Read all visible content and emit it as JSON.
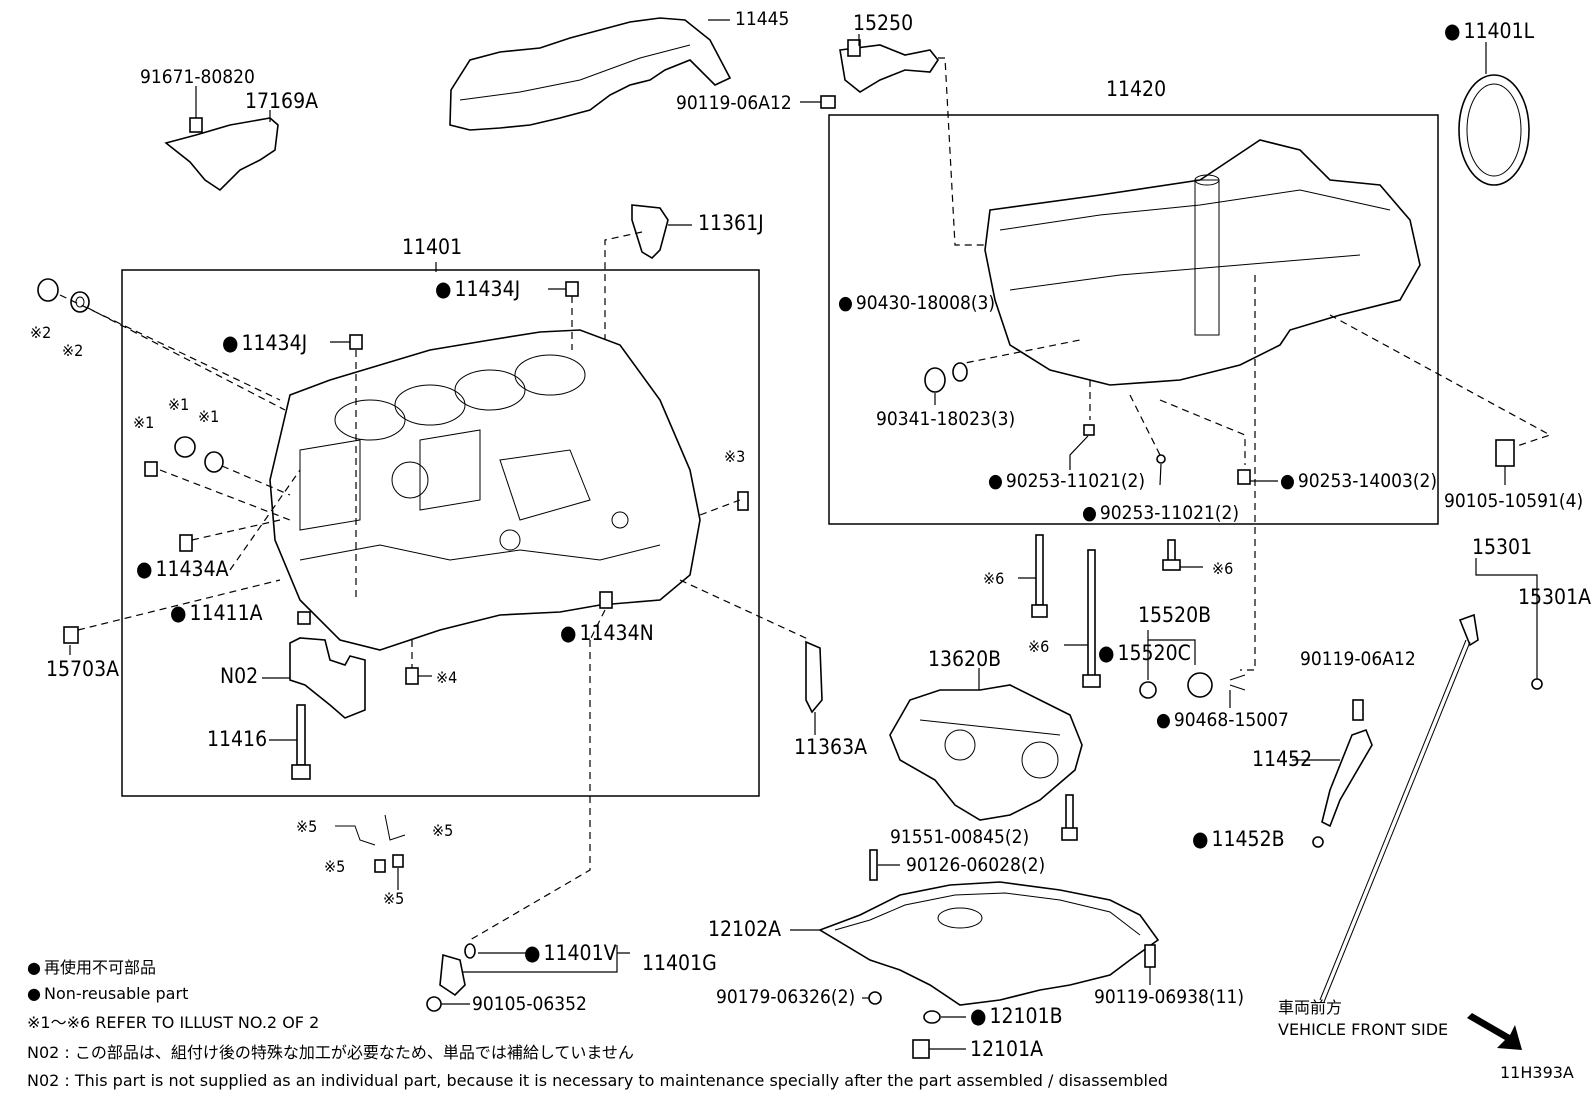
{
  "labels": {
    "p91671": "91671-80820",
    "p17169A": "17169A",
    "p11445": "11445",
    "p15250": "15250",
    "p90119_06A12_top": "90119-06A12",
    "p11401L": "11401L",
    "p11420": "11420",
    "p11361J": "11361J",
    "p11401": "11401",
    "p11434J_a": "11434J",
    "p11434J_b": "11434J",
    "x2a": "※2",
    "x2b": "※2",
    "x1a": "※1",
    "x1b": "※1",
    "x1c": "※1",
    "x3": "※3",
    "p11434A": "11434A",
    "p11411A": "11411A",
    "p11434N": "11434N",
    "p15703A": "15703A",
    "pN02": "N02",
    "x4": "※4",
    "p11416": "11416",
    "p90430": "90430-18008(3)",
    "p90341": "90341-18023(3)",
    "p90253_11021_a": "90253-11021(2)",
    "p90253_11021_b": "90253-11021(2)",
    "p90253_14003": "90253-14003(2)",
    "p90105_10591": "90105-10591(4)",
    "x6a": "※6",
    "x6b": "※6",
    "x6c": "※6",
    "p15520B": "15520B",
    "p15520C": "15520C",
    "p90468": "90468-15007",
    "p15301": "15301",
    "p15301A": "15301A",
    "p13620B": "13620B",
    "p11363A": "11363A",
    "p90119_06A12_right": "90119-06A12",
    "p11452": "11452",
    "p11452B": "11452B",
    "p91551": "91551-00845(2)",
    "p90126": "90126-06028(2)",
    "p12102A": "12102A",
    "p90179": "90179-06326(2)",
    "p90119_06938": "90119-06938(11)",
    "p12101B": "12101B",
    "p12101A": "12101A",
    "x5a": "※5",
    "x5b": "※5",
    "x5c": "※5",
    "x5d": "※5",
    "p11401V": "11401V",
    "p11401G": "11401G",
    "p90105_06352": "90105-06352"
  },
  "legend": {
    "jp": "再使用不可部品",
    "en": "Non-reusable part",
    "refer": "※1〜※6  REFER TO ILLUST NO.2 OF 2"
  },
  "notes": {
    "jp": "N02 : この部品は、組付け後の特殊な加工が必要なため、単品では補給していません",
    "en": "N02 : This part is not supplied as an individual part, because it is necessary to maintenance specially after the part assembled / disassembled"
  },
  "front": {
    "jp": "車両前方",
    "en": "VEHICLE FRONT SIDE"
  },
  "diagram_id": "11H393A"
}
